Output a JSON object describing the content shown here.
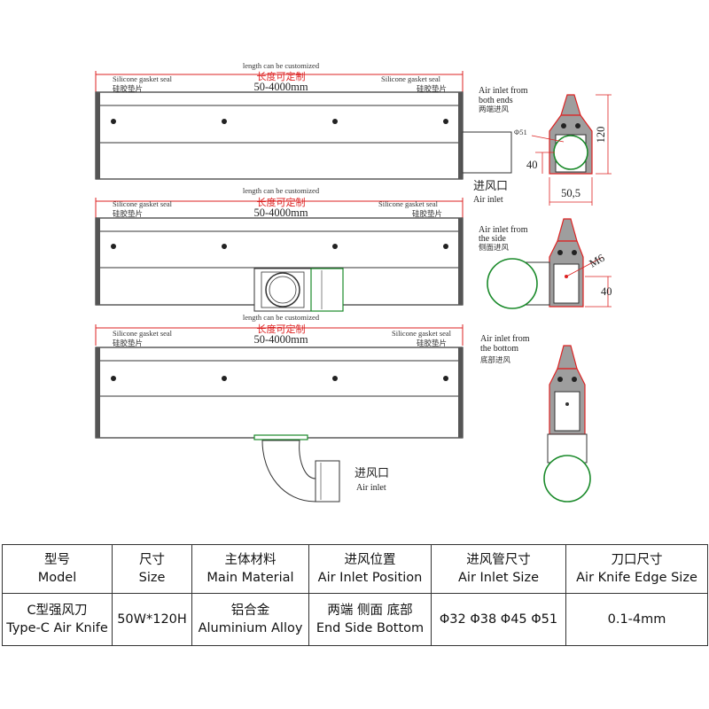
{
  "drawing": {
    "views": [
      {
        "length_custom_en": "length can be customized",
        "length_custom_cn": "长度可定制",
        "length_range": "50-4000mm",
        "gasket_left_en": "Silicone gasket seal",
        "gasket_left_cn": "硅胶垫片",
        "gasket_right_en": "Silicone gasket seal",
        "gasket_right_cn": "硅胶垫片",
        "inlet_desc_en_1": "Air inlet from",
        "inlet_desc_en_2": "both ends",
        "inlet_desc_cn": "两端进风",
        "inlet_label_cn": "进风口",
        "inlet_label_en": "Air inlet"
      },
      {
        "length_custom_en": "length can be customized",
        "length_custom_cn": "长度可定制",
        "length_range": "50-4000mm",
        "gasket_left_en": "Silicone gasket seal",
        "gasket_left_cn": "硅胶垫片",
        "gasket_right_en": "Silicone gasket seal",
        "gasket_right_cn": "硅胶垫片",
        "inlet_desc_en_1": "Air inlet from",
        "inlet_desc_en_2": "the side",
        "inlet_desc_cn": "侧面进风"
      },
      {
        "length_custom_en": "length can be customized",
        "length_custom_cn": "长度可定制",
        "length_range": "50-4000mm",
        "gasket_left_en": "Silicone gasket seal",
        "gasket_left_cn": "硅胶垫片",
        "gasket_right_en": "Silicone gasket seal",
        "gasket_right_cn": "硅胶垫片",
        "inlet_desc_en_1": "Air inlet from",
        "inlet_desc_en_2": "the bottom",
        "inlet_desc_cn": "底部进风",
        "inlet_label_cn": "进风口",
        "inlet_label_en": "Air inlet"
      }
    ],
    "dimensions": {
      "height": "120",
      "width": "50,5",
      "inlet_offset": "40",
      "pipe_diameter": "Φ51",
      "side_offset": "40",
      "screw": "M6"
    },
    "colors": {
      "outline": "#333333",
      "dimension_red": "#dd2222",
      "profile_fill": "#9e9e9e",
      "pipe_green": "#1a8a2a"
    }
  },
  "table": {
    "headers": [
      {
        "cn": "型号",
        "en": "Model"
      },
      {
        "cn": "尺寸",
        "en": "Size"
      },
      {
        "cn": "主体材料",
        "en": "Main Material"
      },
      {
        "cn": "进风位置",
        "en": "Air Inlet Position"
      },
      {
        "cn": "进风管尺寸",
        "en": "Air Inlet Size"
      },
      {
        "cn": "刀口尺寸",
        "en": "Air Knife Edge Size"
      }
    ],
    "row": [
      {
        "cn": "C型强风刀",
        "en": "Type-C Air Knife"
      },
      {
        "cn": "50W*120H",
        "en": ""
      },
      {
        "cn": "铝合金",
        "en": "Aluminium Alloy"
      },
      {
        "cn": "两端 侧面 底部",
        "en": "End Side Bottom"
      },
      {
        "cn": "Φ32 Φ38 Φ45 Φ51",
        "en": ""
      },
      {
        "cn": "0.1-4mm",
        "en": ""
      }
    ]
  }
}
